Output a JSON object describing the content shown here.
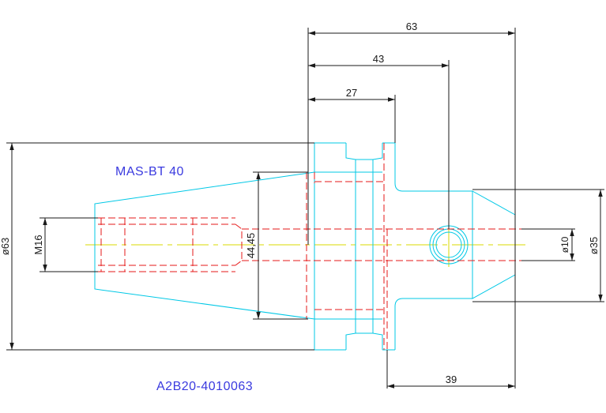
{
  "drawing": {
    "title": "MAS-BT 40",
    "part_number": "A2B20-4010063",
    "dimensions": {
      "length_63": "63",
      "length_43": "43",
      "length_27": "27",
      "length_39": "39",
      "dia_63": "ø63",
      "thread_m16": "M16",
      "dia_44_45": "44,45",
      "dia_10": "ø10",
      "dia_35": "ø35"
    }
  },
  "colors": {
    "outline": "#00c8e6",
    "hidden": "#e61919",
    "centerline": "#d8d800",
    "dimension": "#1a1a1a",
    "label": "#3a3adf"
  }
}
